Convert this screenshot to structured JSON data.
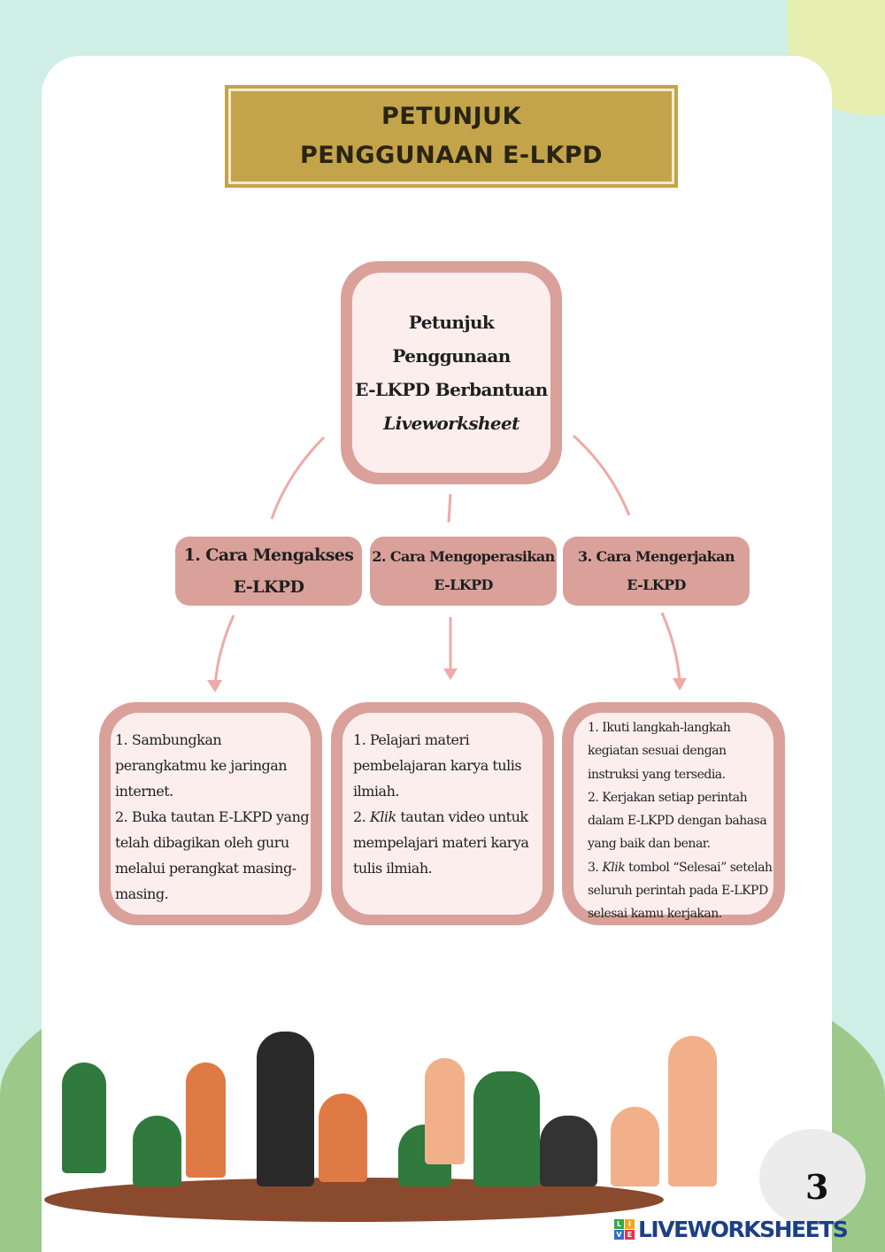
{
  "header": {
    "title_line1": "PETUNJUK",
    "title_line2": "PENGGUNAAN E-LKPD"
  },
  "center": {
    "lines": [
      "Petunjuk",
      "Penggunaan",
      "E-LKPD Berbantuan"
    ],
    "italic": "Liveworksheet"
  },
  "categories": [
    {
      "line1": "1. Cara Mengakses",
      "line2": "E-LKPD"
    },
    {
      "line1": "2. Cara Mengoperasikan",
      "line2": "E-LKPD"
    },
    {
      "line1": "3. Cara Mengerjakan",
      "line2": "E-LKPD"
    }
  ],
  "steps": [
    {
      "items": [
        "1. Sambungkan perangkatmu ke jaringan internet.",
        "2. Buka tautan E-LKPD yang telah dibagikan oleh guru melalui perangkat masing-masing."
      ]
    },
    {
      "items": [
        "1. Pelajari materi pembelajaran karya tulis ilmiah."
      ],
      "item2_num": "2. ",
      "item2_italic": "Klik",
      "item2_rest": " tautan video untuk mempelajari materi karya tulis ilmiah."
    },
    {
      "items": [
        "1. Ikuti langkah-langkah kegiatan sesuai dengan instruksi yang tersedia.",
        "2. Kerjakan setiap perintah dalam E-LKPD dengan bahasa yang baik dan benar."
      ],
      "item3_num": "3. ",
      "item3_italic": "Klik",
      "item3_rest": " tombol “Selesai” setelah seluruh perintah pada E-LKPD selesai kamu kerjakan."
    }
  ],
  "page_number": "3",
  "logo": {
    "letters": [
      "L",
      "I",
      "V",
      "E"
    ],
    "text": "LIVEWORKSHEETS"
  },
  "colors": {
    "accent": "#d9a19a",
    "banner": "#c4a44a",
    "background": "#cfeee6"
  }
}
